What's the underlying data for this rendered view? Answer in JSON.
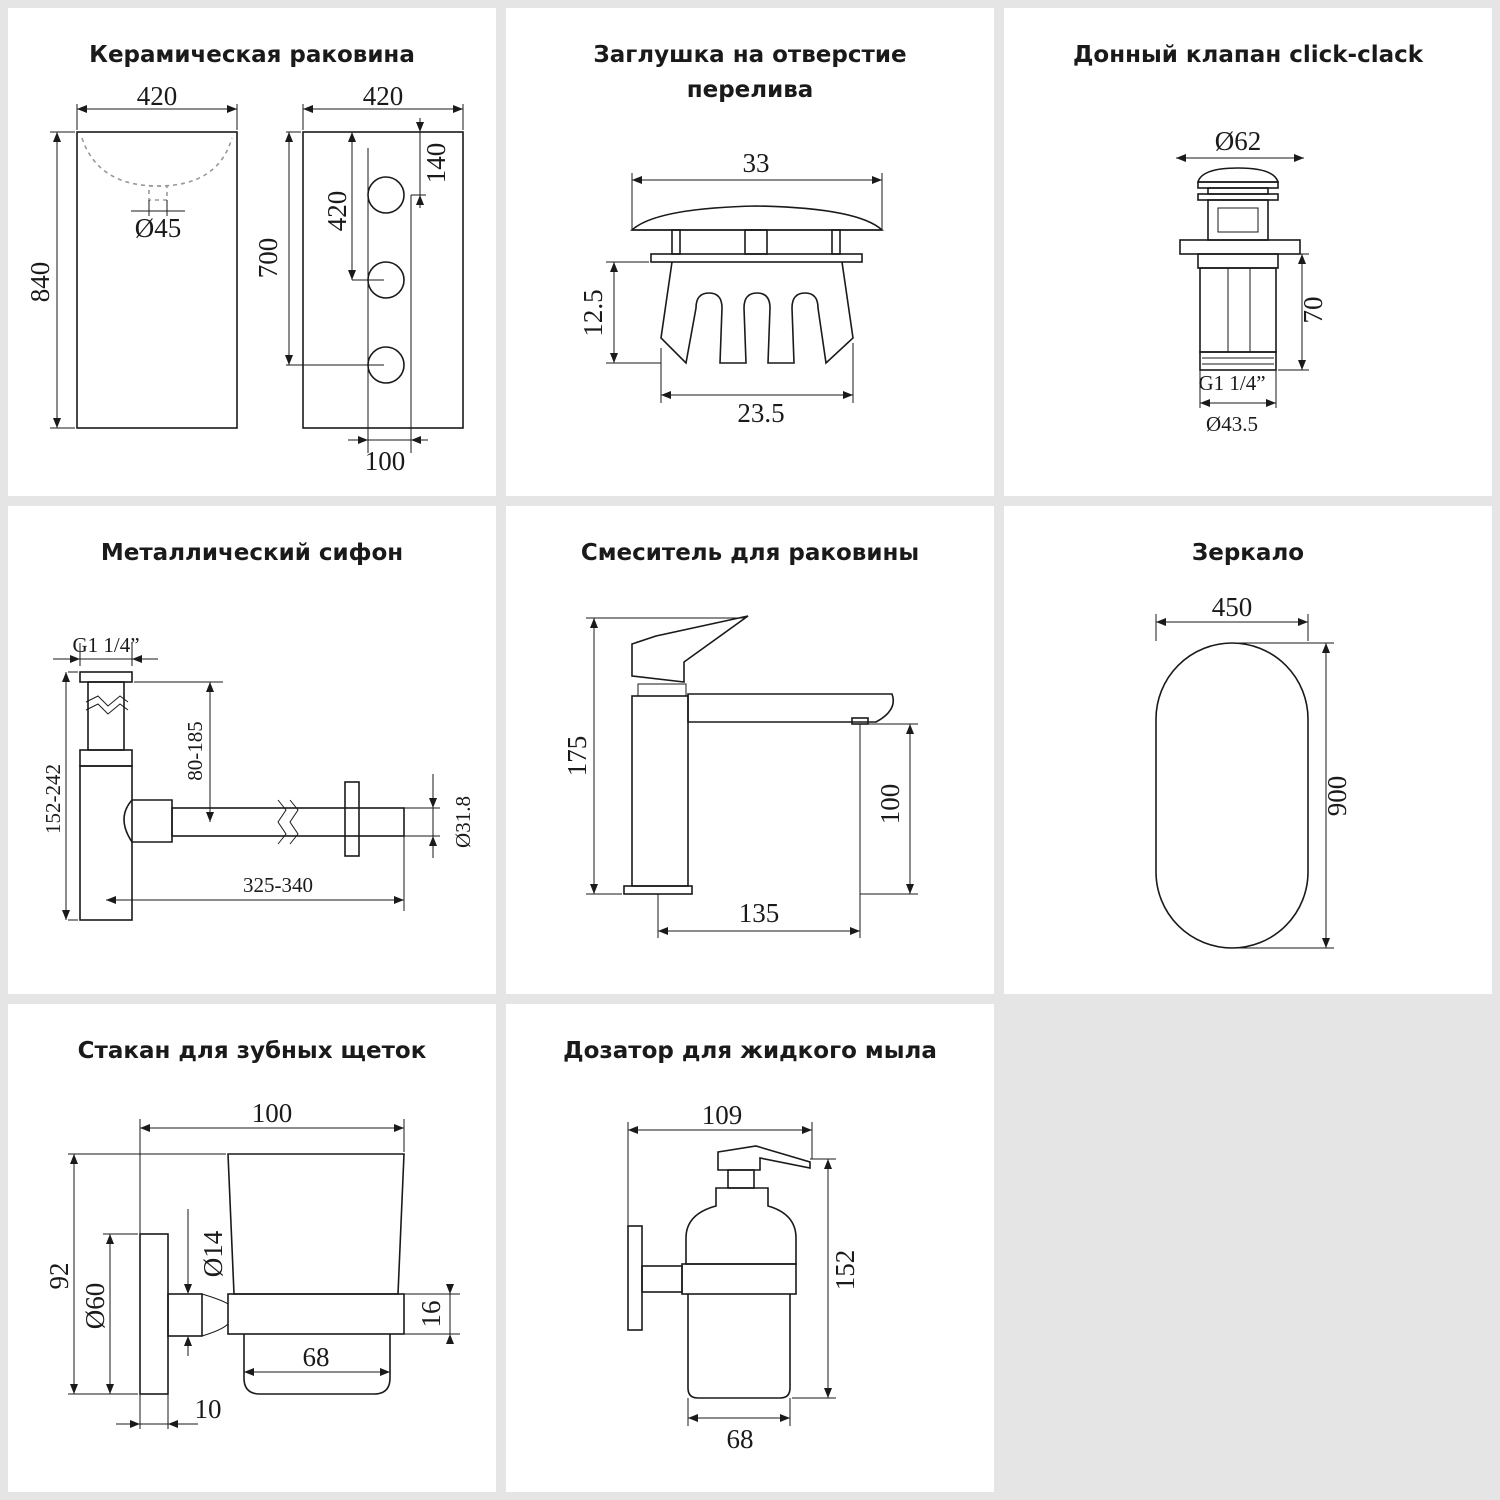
{
  "panels": [
    {
      "title": "Керамическая раковина",
      "dims": {
        "front_width": "420",
        "side_width": "420",
        "height": "840",
        "drain": "Ø45",
        "hole_height": "700",
        "hole_top": "420",
        "top_offset": "140",
        "hole_offset": "100"
      }
    },
    {
      "title": "Заглушка на отверстие\nперелива",
      "dims": {
        "width": "33",
        "height": "12.5",
        "inner_width": "23.5"
      }
    },
    {
      "title": "Донный клапан click-clack",
      "dims": {
        "diameter": "Ø62",
        "length": "70",
        "thread": "G1 1/4”",
        "thread_diameter": "Ø43.5"
      }
    },
    {
      "title": "Металлический сифон",
      "dims": {
        "thread": "G1 1/4”",
        "height": "152-242",
        "outlet_height": "80-185",
        "pipe_diameter": "Ø31.8",
        "length": "325-340"
      }
    },
    {
      "title": "Смеситель для раковины",
      "dims": {
        "height": "175",
        "spout_height": "100",
        "spout_reach": "135"
      }
    },
    {
      "title": "Зеркало",
      "dims": {
        "width": "450",
        "height": "900"
      }
    },
    {
      "title": "Стакан для зубных щеток",
      "dims": {
        "width": "100",
        "height": "92",
        "base_diameter": "Ø60",
        "holder_diameter": "Ø14",
        "ring_height": "16",
        "glass_width": "68",
        "base_depth": "10"
      }
    },
    {
      "title": "Дозатор для жидкого мыла",
      "dims": {
        "width": "109",
        "height": "152",
        "container_width": "68"
      }
    }
  ]
}
